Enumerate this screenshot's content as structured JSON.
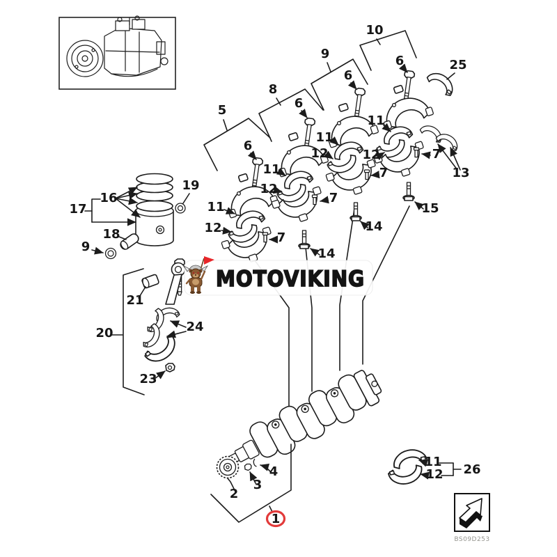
{
  "page": {
    "background": "#ffffff"
  },
  "labels": {
    "n1": "1",
    "n2": "2",
    "n3": "3",
    "n4": "4",
    "n5": "5",
    "n6": "6",
    "n7": "7",
    "n8": "8",
    "n9": "9",
    "n10": "10",
    "n11": "11",
    "n12": "12",
    "n13": "13",
    "n14": "14",
    "n15": "15",
    "n16": "16",
    "n17": "17",
    "n18": "18",
    "n19": "19",
    "n20": "20",
    "n21": "21",
    "n23": "23",
    "n24": "24",
    "n25": "25",
    "n26": "26"
  },
  "highlight": {
    "ring_color": "#e23a3a"
  },
  "watermark": {
    "text": "MOTOVIKING",
    "text_color": "#141414",
    "panel_color": "#ffffff",
    "mascot": "viking-dog-mascot",
    "flag_color": "#e8262a"
  },
  "footer": {
    "diagram_code": "BS09D253",
    "code_color": "#95958f",
    "logo": "block-arrow-logo"
  },
  "colors": {
    "line": "#1c1c1c"
  }
}
